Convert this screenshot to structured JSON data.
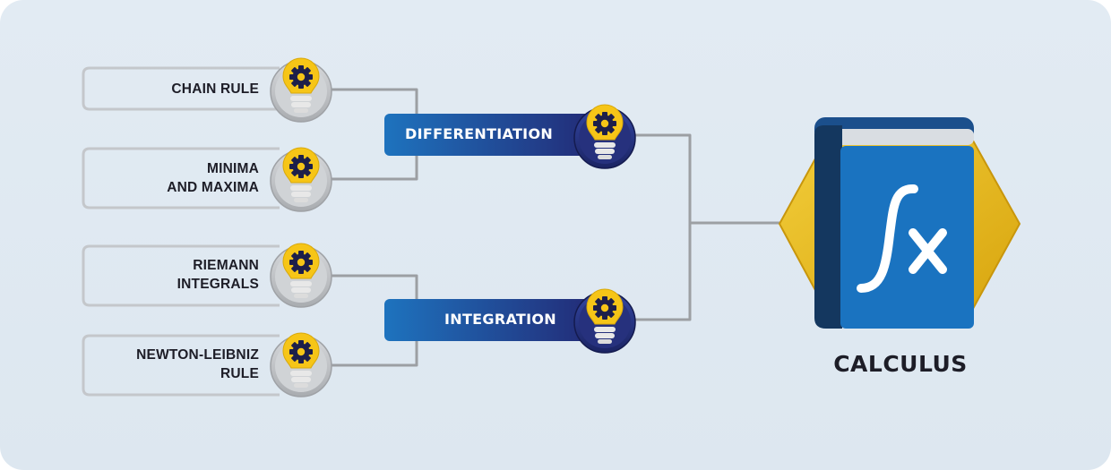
{
  "root": {
    "label": "CALCULUS",
    "icon": "book-integral-icon",
    "book_symbol": "∫x"
  },
  "branches": [
    {
      "label": "DIFFERENTIATION",
      "icon": "lightbulb-gear-icon",
      "children": [
        {
          "lines": [
            "CHAIN RULE"
          ],
          "icon": "lightbulb-gear-icon"
        },
        {
          "lines": [
            "MINIMA",
            "AND MAXIMA"
          ],
          "icon": "lightbulb-gear-icon"
        }
      ]
    },
    {
      "label": "INTEGRATION",
      "icon": "lightbulb-gear-icon",
      "children": [
        {
          "lines": [
            "RIEMANN",
            "INTEGRALS"
          ],
          "icon": "lightbulb-gear-icon"
        },
        {
          "lines": [
            "NEWTON-LEIBNIZ",
            "RULE"
          ],
          "icon": "lightbulb-gear-icon"
        }
      ]
    }
  ],
  "colors": {
    "background": "#e0e9f2",
    "connector": "#9c9fa3",
    "branch_fill_dark": "#1f3c86",
    "branch_fill_light": "#1e73be",
    "bulb_yellow": "#f6c517",
    "gear_dark": "#1d1f4a",
    "book_blue": "#1a73c0",
    "book_spine": "#14375f",
    "hexagon_gold": "#e7b516",
    "text_dark": "#1d1d27"
  }
}
